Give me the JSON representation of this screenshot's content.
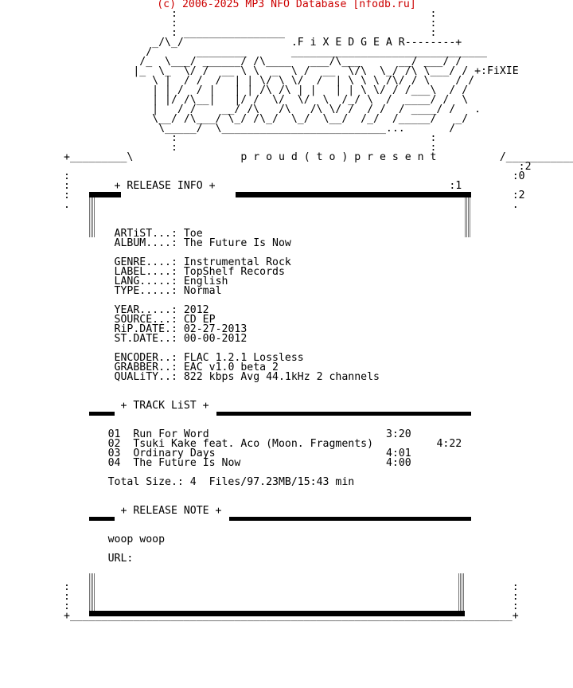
{
  "header": {
    "copyright": "(c) 2006-2025 MP3 NFO Database [nfodb.ru]"
  },
  "logo": {
    "group_tag": ".F i X E D G E A R",
    "side_tag": "FiXIE",
    "proud_present": "p r o u d ( t o ) p r e s e n t",
    "year_vertical": "2012"
  },
  "sections": {
    "release_info": "+ RELEASE INFO +",
    "track_list": "+ TRACK LiST +",
    "release_note": "+ RELEASE NOTE +"
  },
  "release_info": {
    "artist": "ARTiST...: Toe",
    "album": "ALBUM....: The Future Is Now",
    "genre": "GENRE....: Instrumental Rock",
    "label": "LABEL....: TopShelf Records",
    "lang": "LANG.....: English",
    "type": "TYPE.....: Normal",
    "year": "YEAR.....: 2012",
    "source": "SOURCE...: CD EP",
    "rip_date": "RiP.DATE.: 02-27-2013",
    "st_date": "ST.DATE..: 00-00-2012",
    "encoder": "ENCODER..: FLAC 1.2.1 Lossless",
    "grabber": "GRABBER..: EAC v1.0 beta 2",
    "quality": "QUALiTY..: 822 kbps Avg 44.1kHz 2 channels"
  },
  "tracks": [
    {
      "no": "01",
      "title": "Run For Word",
      "time": "3:20"
    },
    {
      "no": "02",
      "title": "Tsuki Kake feat. Aco (Moon. Fragments)",
      "time": "4:22"
    },
    {
      "no": "03",
      "title": "Ordinary Days",
      "time": "4:01"
    },
    {
      "no": "04",
      "title": "The Future Is Now",
      "time": "4:00"
    }
  ],
  "total_size": "Total Size.: 4  Files/97.23MB/15:43 min",
  "note": {
    "text": "woop woop",
    "url_label": "URL:"
  }
}
